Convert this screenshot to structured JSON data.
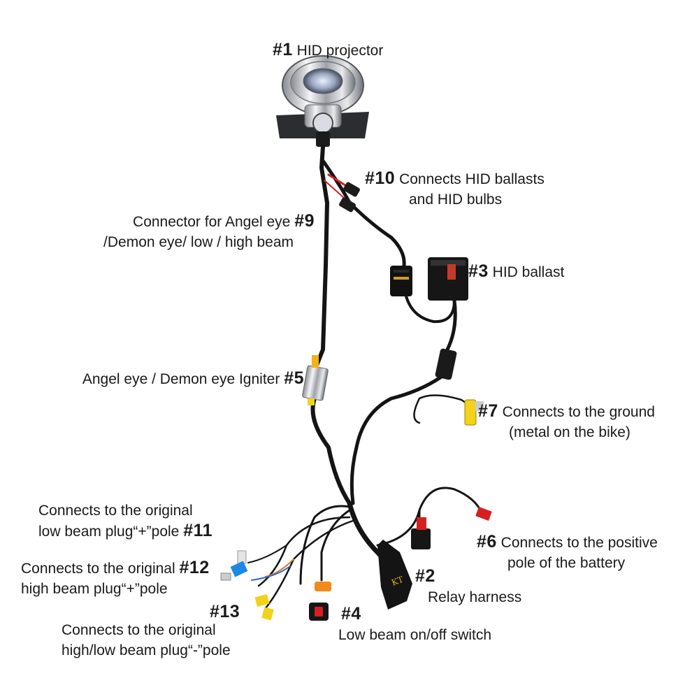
{
  "colors": {
    "wire": "#141414",
    "red": "#d42020",
    "yellow": "#f2d21a",
    "blue": "#1e88e5",
    "orange": "#f28a1a",
    "chrome": "#c9ccd1"
  },
  "callouts": {
    "c1": {
      "num": "#1",
      "lines": [
        "HID projector"
      ]
    },
    "c10": {
      "num": "#10",
      "lines": [
        "Connects HID ballasts",
        "and HID bulbs"
      ]
    },
    "c9": {
      "num": "#9",
      "lines": [
        "Connector for Angel eye",
        "/Demon eye/ low / high beam"
      ]
    },
    "c3": {
      "num": "#3",
      "lines": [
        "HID ballast"
      ]
    },
    "c5": {
      "num": "#5",
      "lines": [
        "Angel eye / Demon eye Igniter"
      ]
    },
    "c7": {
      "num": "#7",
      "lines": [
        "Connects to the ground",
        "(metal on the bike)"
      ]
    },
    "c11": {
      "num": "#11",
      "lines": [
        "Connects to the original",
        "low beam plug“+”pole"
      ]
    },
    "c6": {
      "num": "#6",
      "lines": [
        "Connects to the positive",
        "pole of the battery"
      ]
    },
    "c12": {
      "num": "#12",
      "lines": [
        "Connects to the original",
        "high beam plug“+”pole"
      ]
    },
    "c2": {
      "num": "#2",
      "lines": [
        "Relay harness"
      ]
    },
    "c13": {
      "num": "#13",
      "lines": [
        "Connects to the original",
        "high/low beam plug“-”pole"
      ]
    },
    "c4": {
      "num": "#4",
      "lines": [
        "Low beam on/off switch"
      ]
    }
  }
}
